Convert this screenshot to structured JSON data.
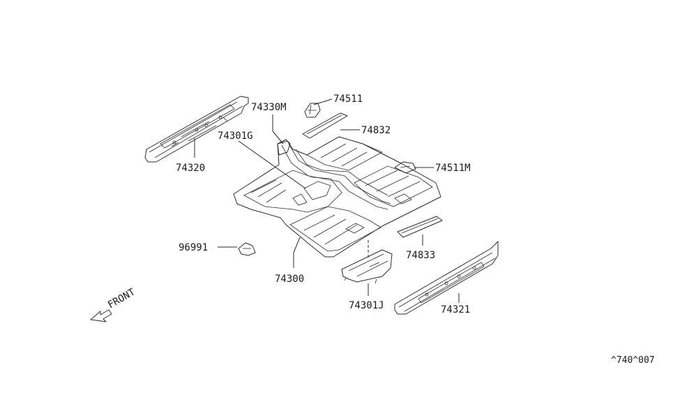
{
  "diagram": {
    "labels": {
      "p74330M": "74330M",
      "p74511": "74511",
      "p74832": "74832",
      "p74301G": "74301G",
      "p74320": "74320",
      "p74511M": "74511M",
      "p96991": "96991",
      "p74833": "74833",
      "p74300": "74300",
      "p74301J": "74301J",
      "p74321": "74321",
      "front": "FRONT"
    },
    "diagram_code": "^740^007"
  }
}
